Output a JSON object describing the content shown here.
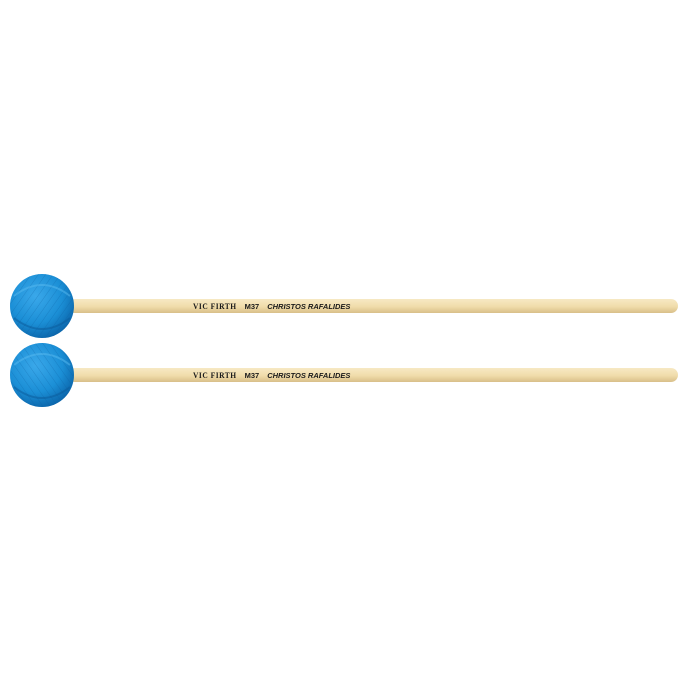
{
  "product": {
    "colors": {
      "background": "#ffffff",
      "shaft": "#f2dfb0",
      "shaft_shadow": "#d9c08a",
      "head_yarn": "#1b8fd6",
      "head_yarn_dark": "#0a63a8",
      "imprint_ink": "#1a1a1a"
    },
    "mallets": [
      {
        "brand_text": "VIC FIRTH",
        "model_text": "M37",
        "artist_text": "CHRISTOS RAFALIDES"
      },
      {
        "brand_text": "VIC FIRTH",
        "model_text": "M37",
        "artist_text": "CHRISTOS RAFALIDES"
      }
    ]
  }
}
